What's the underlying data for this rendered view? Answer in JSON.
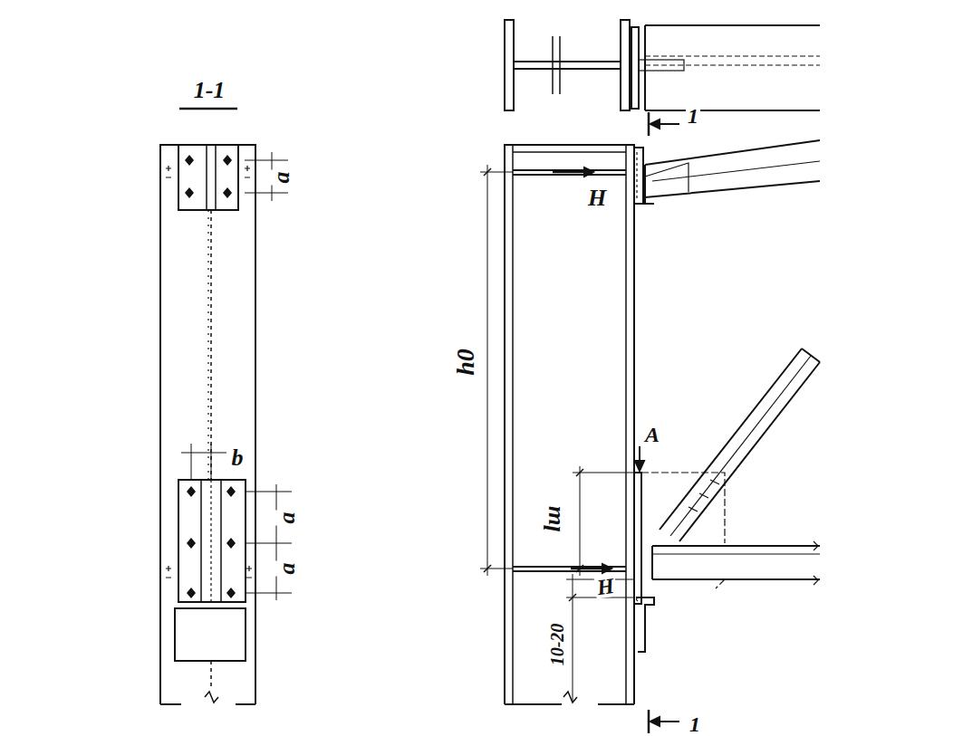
{
  "diagram": {
    "labels": [
      "1-1",
      "a",
      "a",
      "a",
      "b",
      "1",
      "H",
      "h0",
      "A",
      "lш",
      "H",
      "10-20",
      "1"
    ]
  }
}
